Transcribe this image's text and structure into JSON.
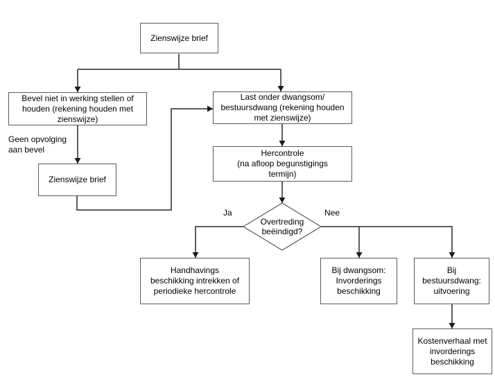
{
  "diagram_type": "flowchart",
  "colors": {
    "background": "#ffffff",
    "node_border": "#595959",
    "connector": "#262626",
    "text": "#000000"
  },
  "nodes": {
    "zienswijze_top": {
      "lines": [
        "Zienswijze brief"
      ]
    },
    "bevel": {
      "lines": [
        "Bevel niet in werking stellen of",
        "houden (rekening houden met",
        "zienswijze)"
      ]
    },
    "zienswijze_2": {
      "lines": [
        "Zienswijze brief"
      ]
    },
    "last_onder_dwangsom": {
      "lines": [
        "Last onder dwangsom/",
        "bestuursdwang (rekening houden",
        "met zienswijze)"
      ]
    },
    "hercontrole": {
      "lines": [
        "Hercontrole",
        "(na afloop begunstigings",
        "termijn)"
      ]
    },
    "overtreding_decision": {
      "lines": [
        "Overtreding",
        "beëindigd?"
      ]
    },
    "handhavings": {
      "lines": [
        "Handhavings",
        "beschikking intrekken of",
        "periodieke hercontrole"
      ]
    },
    "bij_dwangsom": {
      "lines": [
        "Bij dwangsom:",
        "Invorderings",
        "beschikking"
      ]
    },
    "bij_bestuursdwang": {
      "lines": [
        "Bij",
        "bestuursdwang:",
        "uitvoering"
      ]
    },
    "kostenverhaal": {
      "lines": [
        "Kostenverhaal met",
        "invorderings",
        "beschikking"
      ]
    }
  },
  "edge_labels": {
    "geen_opvolging": {
      "lines": [
        "Geen opvolging",
        "aan bevel"
      ]
    },
    "ja": "Ja",
    "nee": "Nee"
  }
}
